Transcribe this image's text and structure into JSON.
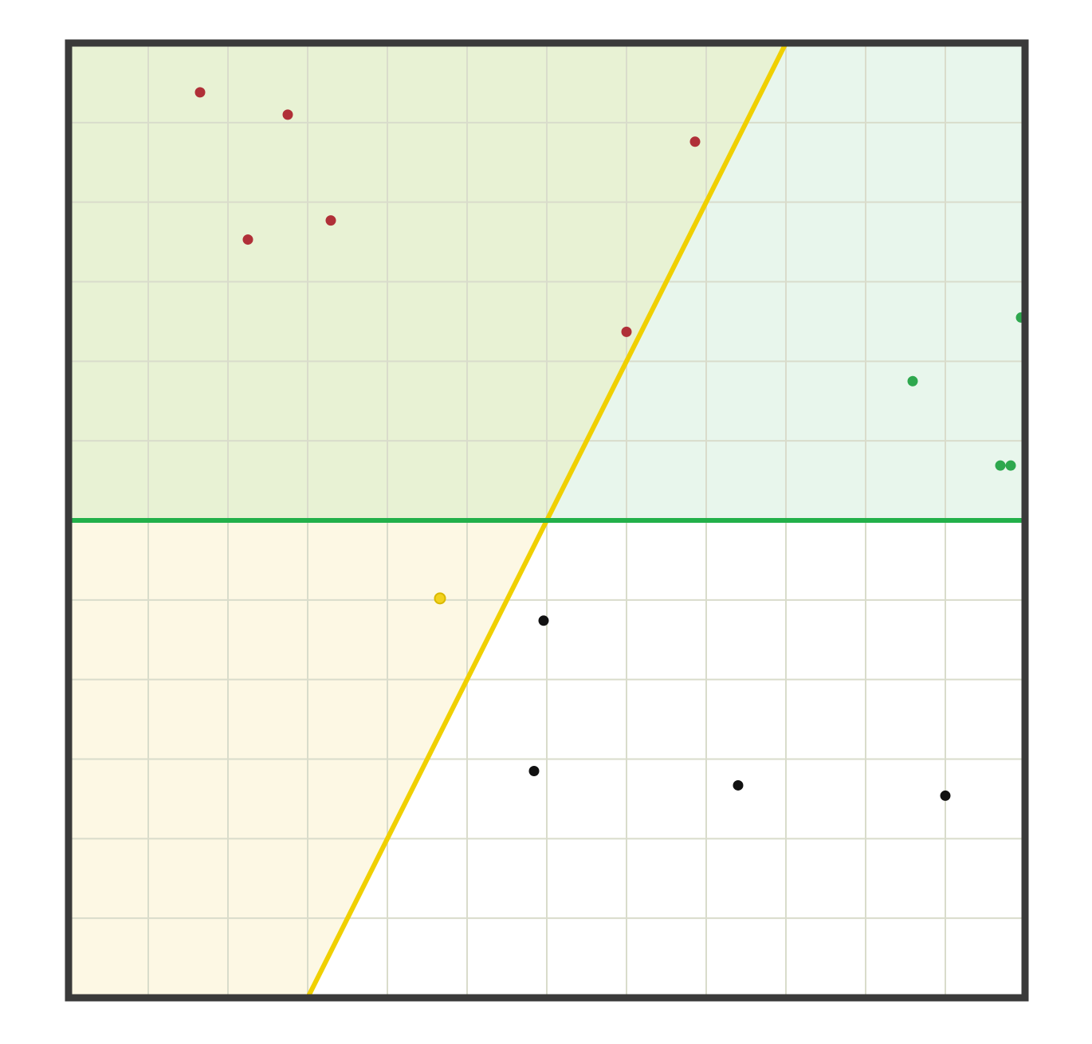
{
  "diagram": {
    "type": "scatter-regions",
    "xlim": [
      -6,
      6
    ],
    "ylim": [
      -6,
      6
    ],
    "grid": true,
    "grid_step": 1,
    "colors": {
      "frame": "#3a3a3a",
      "grid": "#d9dccb",
      "region_yellow_green": "#e8f2d4",
      "region_green": "#e8f6ec",
      "region_yellow": "#fdf8e4",
      "region_white": "#ffffff",
      "line_yellow": "#f0d000",
      "line_green": "#22b04a",
      "point_red": "#b03038",
      "point_green": "#2ea84e",
      "point_yellow": "#f2d21e",
      "point_black": "#111111"
    },
    "boundaries": [
      {
        "name": "yellow-line",
        "kind": "line",
        "slope": 2,
        "intercept": 0,
        "color": "#f0d000"
      },
      {
        "name": "green-line",
        "kind": "horizontal",
        "y": 0,
        "color": "#22b04a"
      }
    ],
    "points": [
      {
        "x": -4.35,
        "y": 5.38,
        "group": "red"
      },
      {
        "x": -3.25,
        "y": 5.1,
        "group": "red"
      },
      {
        "x": -3.75,
        "y": 3.53,
        "group": "red"
      },
      {
        "x": -2.71,
        "y": 3.77,
        "group": "red"
      },
      {
        "x": 1.86,
        "y": 4.76,
        "group": "red"
      },
      {
        "x": 1.0,
        "y": 2.37,
        "group": "red"
      },
      {
        "x": 5.95,
        "y": 2.55,
        "group": "green"
      },
      {
        "x": 4.59,
        "y": 1.75,
        "group": "green"
      },
      {
        "x": 5.69,
        "y": 0.69,
        "group": "green"
      },
      {
        "x": 5.82,
        "y": 0.69,
        "group": "green"
      },
      {
        "x": -1.34,
        "y": -0.98,
        "group": "yellow"
      },
      {
        "x": -0.04,
        "y": -1.26,
        "group": "black"
      },
      {
        "x": -0.16,
        "y": -3.15,
        "group": "black"
      },
      {
        "x": 2.4,
        "y": -3.33,
        "group": "black"
      },
      {
        "x": 5.0,
        "y": -3.46,
        "group": "black"
      }
    ]
  }
}
